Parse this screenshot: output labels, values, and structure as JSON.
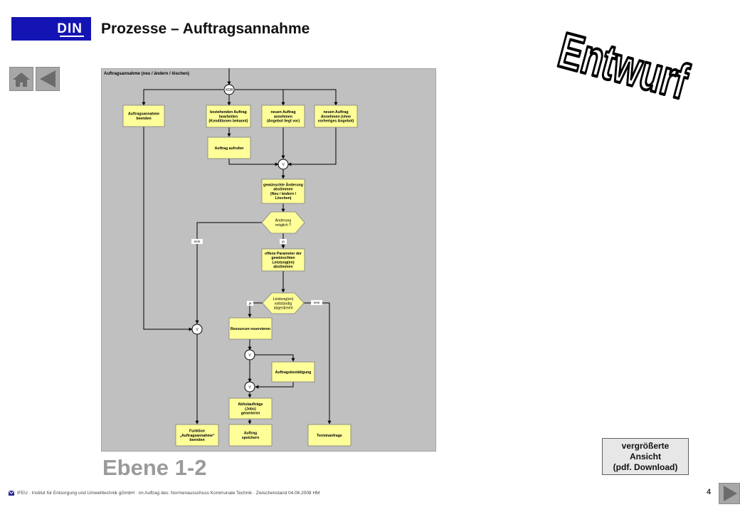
{
  "header": {
    "logo_text": "DIN",
    "title": "Prozesse – Auftragsannahme"
  },
  "stamp": {
    "text": "Entwurf"
  },
  "nav": {
    "home_icon": "home-icon",
    "back_icon": "triangle-left-icon",
    "next_icon": "triangle-right-icon"
  },
  "diagram": {
    "title": "Auftragsannahme (neu / ändern / löschen)",
    "connectors": {
      "xor": "XOR",
      "or": "V"
    },
    "nodes": {
      "end_order": [
        "Auftragsannahme",
        "beenden"
      ],
      "edit_order": [
        "bestehenden Auftrag",
        "bearbeiten",
        "(Konditionen bekannt)"
      ],
      "new_order": [
        "neuen Auftrag",
        "annehmen",
        "(Angebot liegt vor)"
      ],
      "new_order_no_offer": [
        "neuen Auftrag",
        "Annehmen (ohne",
        "vorheriges Angebot)"
      ],
      "fetch_order": [
        "Auftrag aufrufen"
      ],
      "agree_change": [
        "gewünschte Änderung",
        "abstimmen",
        "(Neu / ändern /",
        "Löschen)"
      ],
      "change_possible": [
        "Änderung",
        "möglich ?"
      ],
      "open_params": [
        "offene Parameter der",
        "gewünschten",
        "Leistung(en)",
        "abstimmen"
      ],
      "fully_agreed": [
        "Leistung(en)",
        "vollständig",
        "abgestimmt"
      ],
      "reserve_resources": [
        "Resourcen reservieren"
      ],
      "order_confirmation": [
        "Auftragsbestätigung"
      ],
      "pickup_orders": [
        "Abholaufträge",
        "(Jobs)",
        "generieren"
      ],
      "function_end": [
        "Funktion",
        "„Auftragsannahme“",
        "beenden"
      ],
      "save_order": [
        "Auftrag",
        "speichern"
      ],
      "appointment_request": [
        "Terminanfrage"
      ]
    },
    "labels": {
      "no": "nein",
      "yes": "ja"
    }
  },
  "level_label": "Ebene 1-2",
  "download_button": {
    "line1": "vergrößerte",
    "line2": "Ansicht",
    "line3": "(pdf. Download)"
  },
  "footer": {
    "text": "IFEU · Institut für Entsorgung und Umwelttechnik gGmbH · im Auftrag des: Normenausschuss  Kommunale  Technik · Zwischenstand  04.06.2008  HM"
  },
  "page_number": "4",
  "colors": {
    "logo_blue": "#1414b4",
    "diagram_bg": "#c0c0c0",
    "node_fill": "#ffff99",
    "nav_gray": "#a7a7a7"
  }
}
